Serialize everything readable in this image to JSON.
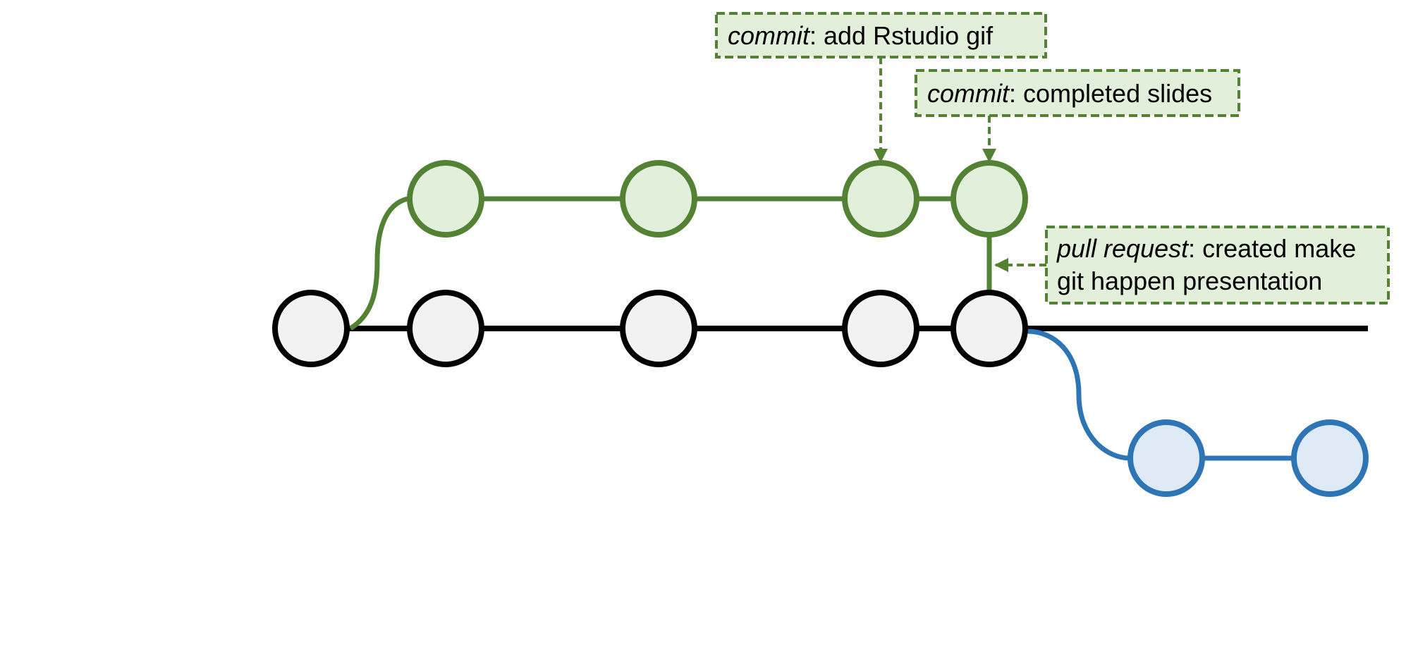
{
  "colors": {
    "main_stroke": "#000000",
    "main_fill": "#f2f2f2",
    "feature_stroke": "#548235",
    "feature_fill": "#e2efda",
    "branch2_stroke": "#2e75b6",
    "branch2_fill": "#deeaf6",
    "callout_fill": "#e2efda",
    "callout_stroke": "#548235"
  },
  "callouts": {
    "add_gif": {
      "prefix": "commit",
      "text": ": add Rstudio gif"
    },
    "completed_slides": {
      "prefix": "commit",
      "text": ": completed slides"
    },
    "pull_request": {
      "prefix": "pull request",
      "text": ": created make",
      "line2": "git happen presentation"
    }
  }
}
